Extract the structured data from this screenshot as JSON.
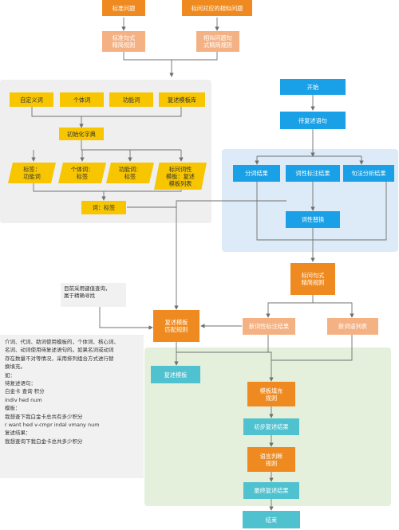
{
  "nodes": {
    "standard_question": "标准问题",
    "similar_question": "标问对应的相似问题",
    "standard_rule": "标准句式\n精简规则",
    "similar_rule": "相似问题句\n式精简规则",
    "custom_word": "自定义词",
    "individual_word": "个体词",
    "function_word": "功能词",
    "template_lib": "复述模板库",
    "init_dict": "初始化字典",
    "tag_function": "标签：\n功能词",
    "individual_tag": "个体词：\n标签",
    "function_tag": "功能词：\n标签",
    "std_template_list": "标问词性\n模板：复述\n模板列表",
    "word_tag": "词：标签",
    "start": "开始",
    "sentence_to_paraphrase": "待复述语句",
    "segmentation_result": "分词结果",
    "pos_result": "词性标注结果",
    "syntax_result": "句法分析结果",
    "pos_replace": "词性替换",
    "std_sentence_rule": "标问句式\n精简规则",
    "template_match_rule": "复述模板\n匹配规则",
    "new_pos_result": "新词性标注结果",
    "new_word_list": "新词语列表",
    "paraphrase_template": "复述模板",
    "template_fill_rule": "模板填充\n规则",
    "initial_result": "初步复述结果",
    "fluency_rule": "语言判断\n规则",
    "final_result": "最终复述结果",
    "end": "结束"
  },
  "notes": {
    "lookup_note": "目前采用键值查询，\n属于精确寻找",
    "example_lines": [
      "介词、代词、助词使用模板的，个体词、核心词、",
      "名词、动词使用待复述语句的。如果名词或动词",
      "存在数量不对等情况，采用排列组合方式进行替",
      "换填充。",
      "如：",
      "待复述语句：",
      "白金卡 查询  积分",
      "indiv hed num",
      "模板：",
      "我想查下我白金卡总共有多少积分",
      "r want hed v-cmpr indal vmany num",
      "复述结果：",
      "我想查询下我白金卡总共多少积分"
    ]
  },
  "colors": {
    "orange": "#ee8a1f",
    "light_orange": "#f4b183",
    "yellow": "#f7c600",
    "blue": "#1aa0e6",
    "teal": "#4fc1cf",
    "gray_region": "#efefef",
    "blue_region": "#dcebf7",
    "green_region": "#e5f0dc",
    "line": "#707070"
  }
}
